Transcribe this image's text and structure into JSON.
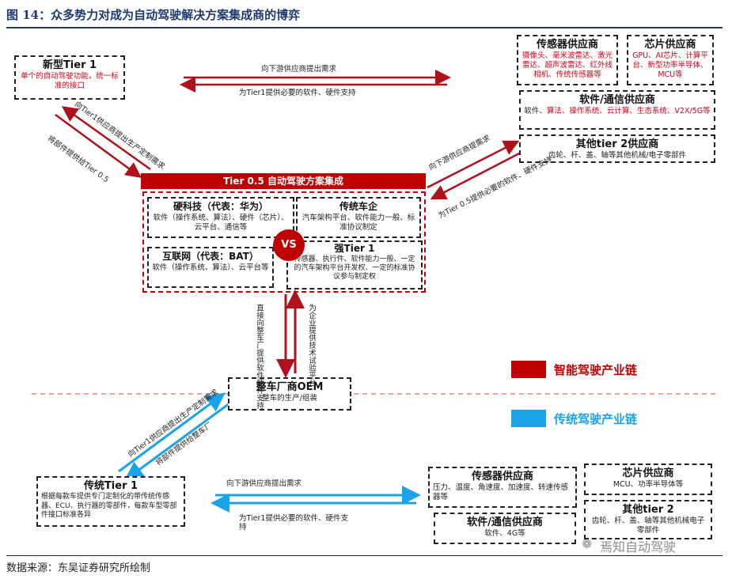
{
  "title": "图 14：众多势力对成为自动驾驶解决方案集成商的博弈",
  "source": "数据来源：东吴证券研究所绘制",
  "watermark": "焉知自动驾驶",
  "colors": {
    "red": "#c00000",
    "blue": "#1aa3e8",
    "dark_red": "#b0121b"
  },
  "new_tier1": {
    "title": "新型Tier 1",
    "desc": "单个的自动驾驶功能，统一标准的接口"
  },
  "top_suppliers": {
    "sensor": {
      "title": "传感器供应商",
      "desc": "摄像头、毫米波雷达、激光雷达、超声波雷达、红外线相机、传统传感器等"
    },
    "chip": {
      "title": "芯片供应商",
      "desc": "GPU、AI芯片、计算平台、新型功率半导体、MCU等"
    },
    "software": {
      "title": "软件/通信供应商",
      "desc_black": "软件、",
      "desc_red": "算法、操作系统、云计算、生态系统、V2X/5G等"
    },
    "tier2": {
      "title": "其他tier 2供应商",
      "desc": "齿轮、杆、盖、轴等其他机械/电子零部件"
    }
  },
  "tier05": {
    "header": "Tier 0.5 自动驾驶方案集成",
    "hardtech": {
      "title": "硬科技（代表：华为）",
      "desc": "软件（操作系统、算法）、硬件（芯片）、云平台、通信等"
    },
    "oem_trad": {
      "title": "传统车企",
      "desc": "汽车架构平台、软件能力一般、标准协议制定"
    },
    "internet": {
      "title": "互联网（代表：BAT）",
      "desc": "软件（操作系统、算法）、云平台等"
    },
    "strong_tier1": {
      "title": "强Tier 1",
      "desc": "传感器、执行件、软件能力一般、一定的汽车架构平台开发权、一定的标准协议参与制定权"
    },
    "vs": "VS"
  },
  "oem": {
    "title": "整车厂商OEM",
    "desc": "整车的生产/组装"
  },
  "trad_tier1": {
    "title": "传统Tier 1",
    "desc": "根据每款车提供专门定制化的带传统传感器、ECU、执行器的零部件，每款车型零部件接口标准各异"
  },
  "bottom_suppliers": {
    "sensor": {
      "title": "传感器供应商",
      "desc": "压力、温度、角速度、加速度、转速传感器等"
    },
    "chip": {
      "title": "芯片供应商",
      "desc": "MCU、功率半导体等"
    },
    "software": {
      "title": "软件/通信供应商",
      "desc": "软件、4G等"
    },
    "tier2": {
      "title": "其他tier 2",
      "desc": "齿轮、杆、盖、轴等其他机械电子零部件"
    }
  },
  "arrows": {
    "top_h_up": "向下游供应商提出需求",
    "top_h_down": "为Tier1提供必要的软件、硬件支持",
    "newtier_left1": "向Tier1供应商提出生产定制需求",
    "newtier_left2": "将部件提供给Tier 0.5",
    "right_diag1": "向下游供应商提需求",
    "right_diag2": "为Tier 0.5提供必要的软件、硬件支持",
    "vert_left": "直接向整车厂提供软件硬件支持",
    "vert_right": "为企业提供技术试验平台",
    "blue_diag1": "向Tier1供应商提出生产定制需求",
    "blue_diag2": "将部件提供给整车厂",
    "bottom_h_up": "向下游供应商提出需求",
    "bottom_h_down": "为Tier1提供必要的软件、硬件支持"
  },
  "legend": {
    "smart": "智能驾驶产业链",
    "traditional": "传统驾驶产业链"
  }
}
